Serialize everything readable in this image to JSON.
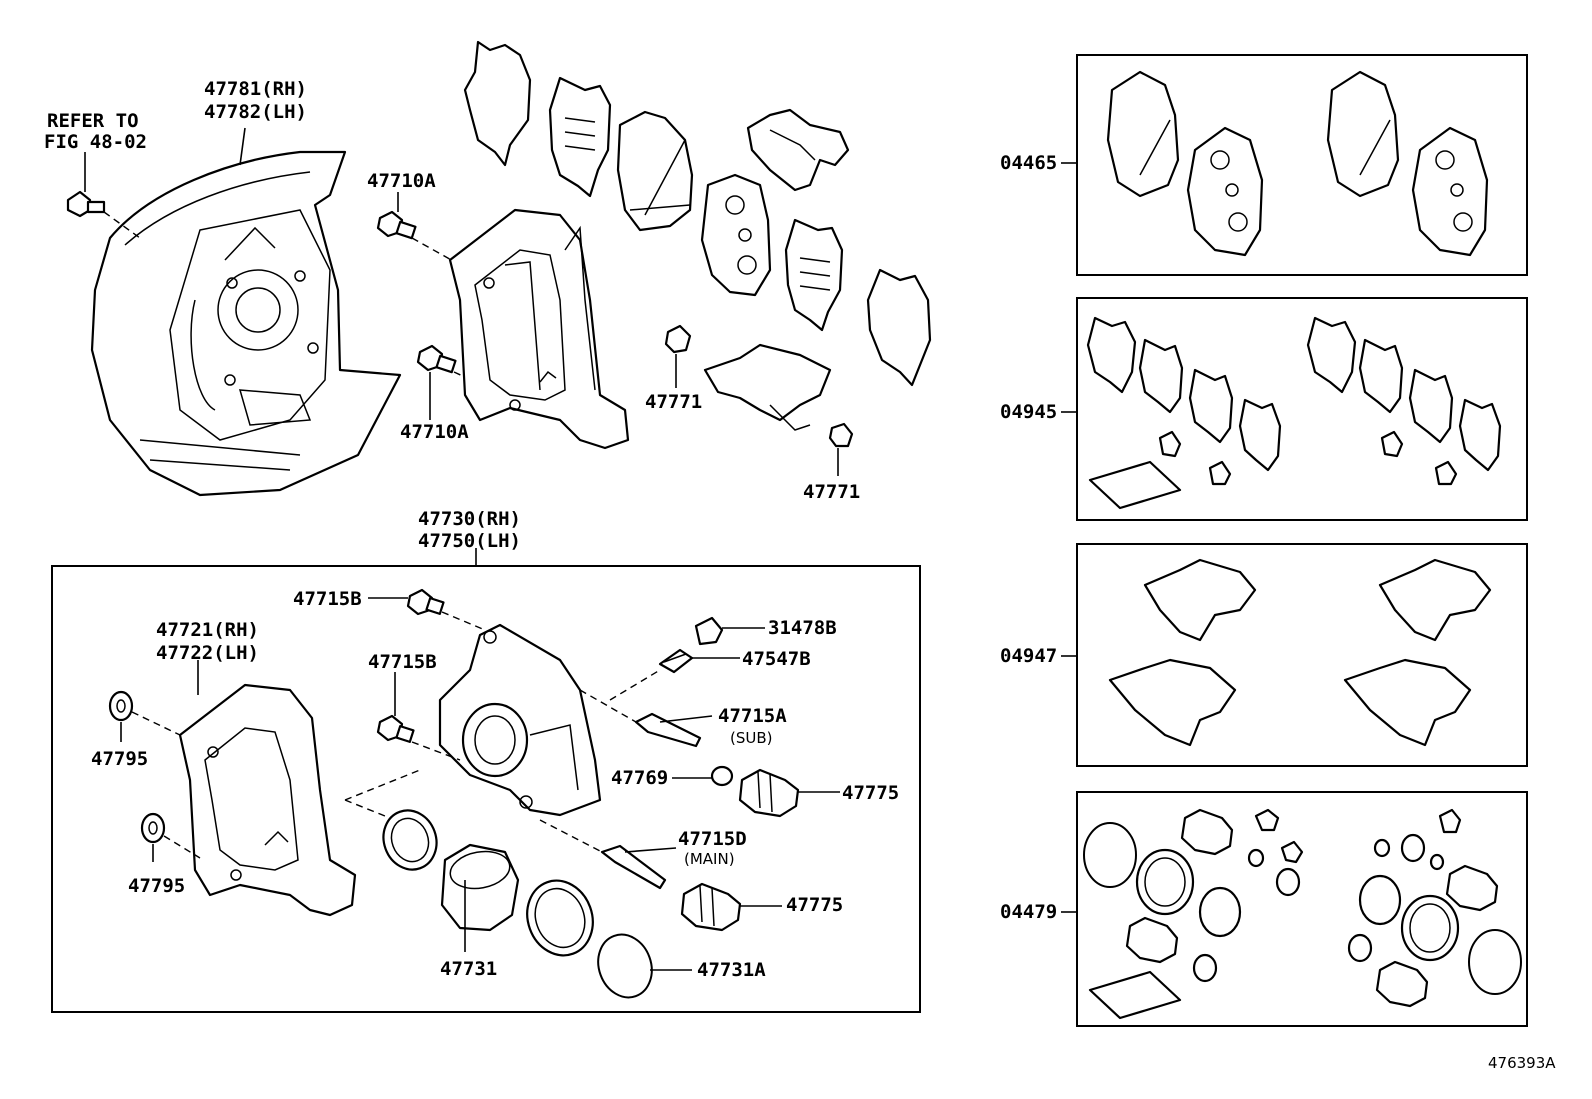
{
  "refer": {
    "line1": "REFER TO",
    "line2": "FIG 48-02"
  },
  "labels": {
    "dust_cover_rh": "47781(RH)",
    "dust_cover_lh": "47782(LH)",
    "bolt_710a_top": "47710A",
    "bolt_710a_bottom": "47710A",
    "clip_771_a": "47771",
    "clip_771_b": "47771",
    "caliper_rh": "47730(RH)",
    "caliper_lh": "47750(LH)",
    "bolt_715b_top": "47715B",
    "bolt_715b_mid": "47715B",
    "mounting_rh": "47721(RH)",
    "mounting_lh": "47722(LH)",
    "washer_795_a": "47795",
    "washer_795_b": "47795",
    "cap_478b": "31478B",
    "bleeder_547b": "47547B",
    "pin_715a": "47715A",
    "pin_715a_note": "(SUB)",
    "bush_769": "47769",
    "boot_775_a": "47775",
    "pin_715d": "47715D",
    "pin_715d_note": "(MAIN)",
    "boot_775_b": "47775",
    "piston_731": "47731",
    "seal_731a": "47731A",
    "kit_04465": "04465",
    "kit_04945": "04945",
    "kit_04947": "04947",
    "kit_04479": "04479",
    "figure_id": "476393A"
  }
}
